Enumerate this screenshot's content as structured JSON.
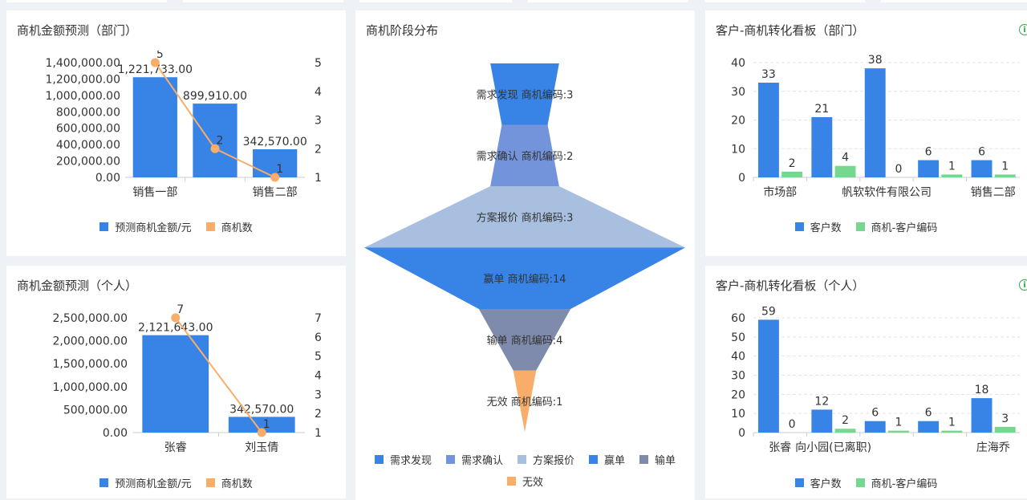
{
  "panels": {
    "p1": {
      "title": "商机金额预测（部门）"
    },
    "p2": {
      "title": "商机阶段分布"
    },
    "p3": {
      "title": "客户-商机转化看板（部门）"
    },
    "p4": {
      "title": "商机金额预测（个人）"
    },
    "p5": {
      "title": "客户-商机转化看板（个人）"
    }
  },
  "colors": {
    "blue": "#3784e6",
    "orange": "#f8ad6a",
    "green": "#76d78e",
    "funnel_confirm": "#7393db",
    "funnel_quote": "#a9bfe0",
    "funnel_lost": "#7e8bac"
  },
  "chart_data": [
    {
      "id": "dept_amount",
      "type": "bar",
      "title": "商机金额预测（部门）",
      "categories": [
        "销售一部",
        "",
        "销售二部"
      ],
      "series": [
        {
          "name": "预测商机金额/元",
          "type": "bar",
          "values": [
            1221733.0,
            899910.0,
            342570.0
          ],
          "labels": [
            "1,221,733.00",
            "899,910.00",
            "342,570.00"
          ]
        },
        {
          "name": "商机数",
          "type": "line",
          "axis": "right",
          "values": [
            5,
            2,
            1
          ]
        }
      ],
      "ylim": [
        0,
        1400000
      ],
      "yticks": [
        "0.00",
        "200,000.00",
        "400,000.00",
        "600,000.00",
        "800,000.00",
        "1,000,000.00",
        "1,200,000.00",
        "1,400,000.00"
      ],
      "y2lim": [
        1,
        5
      ],
      "y2ticks": [
        "1",
        "2",
        "3",
        "4",
        "5"
      ],
      "legend_position": "bottom"
    },
    {
      "id": "stage_funnel",
      "type": "funnel",
      "title": "商机阶段分布",
      "stages": [
        {
          "name": "需求发现",
          "label": "需求发现 商机编码:3",
          "value": 3
        },
        {
          "name": "需求确认",
          "label": "需求确认 商机编码:2",
          "value": 2
        },
        {
          "name": "方案报价",
          "label": "方案报价 商机编码:3",
          "value": 3
        },
        {
          "name": "赢单",
          "label": "赢单 商机编码:14",
          "value": 14
        },
        {
          "name": "输单",
          "label": "输单 商机编码:4",
          "value": 4
        },
        {
          "name": "无效",
          "label": "无效 商机编码:1",
          "value": 1
        }
      ],
      "legend_position": "bottom"
    },
    {
      "id": "dept_conversion",
      "type": "bar",
      "title": "客户-商机转化看板（部门）",
      "categories": [
        "市场部",
        "",
        "帆软软件有限公司",
        "",
        "销售二部"
      ],
      "series": [
        {
          "name": "客户数",
          "values": [
            33,
            21,
            38,
            6,
            6
          ]
        },
        {
          "name": "商机-客户编码",
          "values": [
            2,
            4,
            0,
            1,
            1
          ]
        }
      ],
      "ylim": [
        0,
        40
      ],
      "yticks": [
        "0",
        "10",
        "20",
        "30",
        "40"
      ],
      "legend_position": "bottom"
    },
    {
      "id": "person_amount",
      "type": "bar",
      "title": "商机金额预测（个人）",
      "categories": [
        "张睿",
        "刘玉倩"
      ],
      "series": [
        {
          "name": "预测商机金额/元",
          "type": "bar",
          "values": [
            2121643.0,
            342570.0
          ],
          "labels": [
            "2,121,643.00",
            "342,570.00"
          ]
        },
        {
          "name": "商机数",
          "type": "line",
          "axis": "right",
          "values": [
            7,
            1
          ]
        }
      ],
      "ylim": [
        0,
        2500000
      ],
      "yticks": [
        "0.00",
        "500,000.00",
        "1,000,000.00",
        "1,500,000.00",
        "2,000,000.00",
        "2,500,000.00"
      ],
      "y2lim": [
        1,
        7
      ],
      "y2ticks": [
        "1",
        "2",
        "3",
        "4",
        "5",
        "6",
        "7"
      ],
      "legend_position": "bottom"
    },
    {
      "id": "person_conversion",
      "type": "bar",
      "title": "客户-商机转化看板（个人）",
      "categories": [
        "张睿",
        "向小园(已离职)",
        "",
        "",
        "庄海乔"
      ],
      "series": [
        {
          "name": "客户数",
          "values": [
            59,
            12,
            6,
            6,
            18
          ]
        },
        {
          "name": "商机-客户编码",
          "values": [
            0,
            2,
            1,
            1,
            3
          ]
        }
      ],
      "ylim": [
        0,
        60
      ],
      "yticks": [
        "0",
        "10",
        "20",
        "30",
        "40",
        "50",
        "60"
      ],
      "legend_position": "bottom"
    }
  ]
}
